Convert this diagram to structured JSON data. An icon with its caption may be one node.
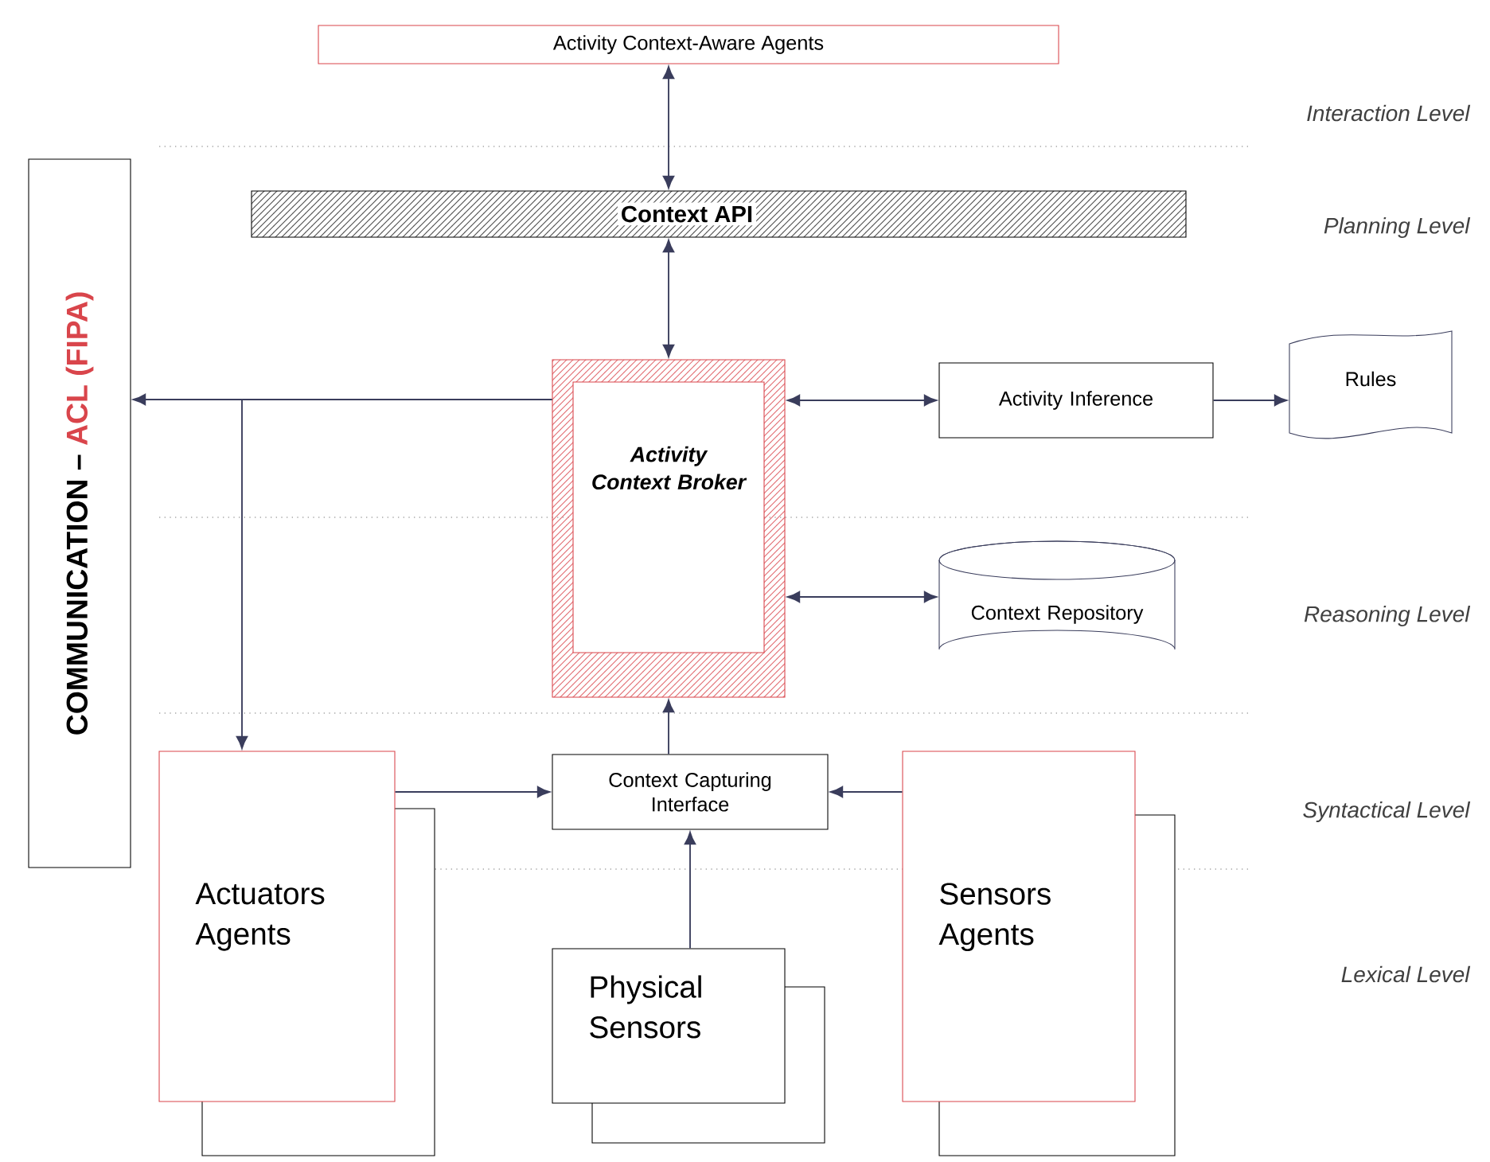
{
  "diagram": {
    "nodes": [
      {
        "text": [
          "Activity Context-Aware Agents"
        ]
      },
      {
        "text": [
          "Context API"
        ]
      },
      {
        "text": [
          "COMMUNICATION –",
          "ACL (FIPA)"
        ]
      },
      {
        "text": [
          "Activity Context Broker"
        ]
      },
      {
        "text": [
          "Activity Inference"
        ]
      },
      {
        "text": [
          "Rules"
        ]
      },
      {
        "text": [
          "Context Repository"
        ]
      },
      {
        "text": [
          "Context Capturing Interface"
        ]
      },
      {
        "text": [
          "Actuators Agents"
        ]
      },
      {
        "text": [
          "Physical Sensors"
        ]
      },
      {
        "text": [
          "Sensors Agents"
        ]
      }
    ],
    "edges": [
      {
        "from": 0,
        "to": 1,
        "arrow": "both"
      },
      {
        "from": 1,
        "to": 3,
        "arrow": "both"
      },
      {
        "from": 3,
        "to": 2,
        "arrow": "to"
      },
      {
        "from": 3,
        "to": 8,
        "arrow": "to"
      },
      {
        "from": 3,
        "to": 4,
        "arrow": "both"
      },
      {
        "from": 4,
        "to": 5,
        "arrow": "to"
      },
      {
        "from": 3,
        "to": 6,
        "arrow": "both"
      },
      {
        "from": 7,
        "to": 3,
        "arrow": "to"
      },
      {
        "from": 8,
        "to": 7,
        "arrow": "to"
      },
      {
        "from": 10,
        "to": 7,
        "arrow": "to"
      },
      {
        "from": 9,
        "to": 7,
        "arrow": "to"
      }
    ],
    "labels": [
      "Interaction Level",
      "Planning Level",
      "Reasoning Level",
      "Syntactical Level",
      "Lexical Level"
    ]
  }
}
